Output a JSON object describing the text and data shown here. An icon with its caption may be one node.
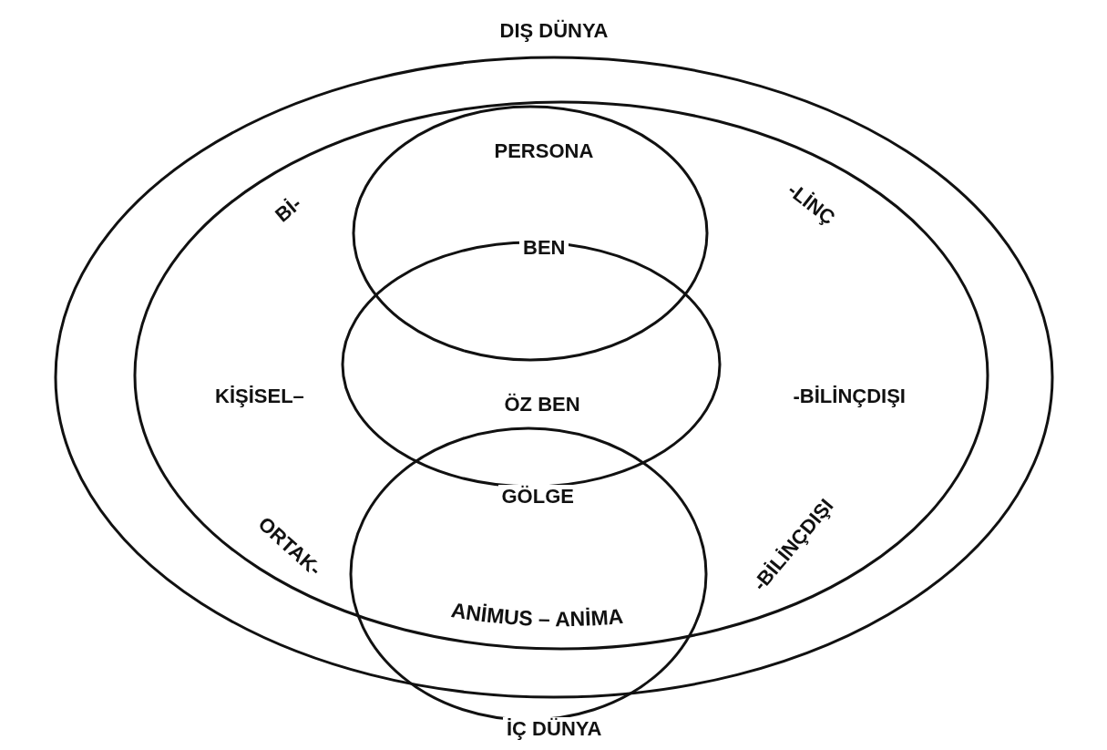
{
  "diagram": {
    "nodes": [
      {
        "text": [
          "DIŞ DÜNYA",
          "İÇ DÜNYA"
        ]
      },
      {
        "text": [
          "Bİ-",
          "-LİNÇ",
          "KİŞİSEL–",
          "-BİLİNÇDIŞI",
          "ORTAK-",
          "-BİLİNÇDIŞI"
        ],
        "in": 0
      },
      {
        "text": [
          "PERSONA",
          "BEN"
        ],
        "in": 1
      },
      {
        "text": [
          "ÖZ BEN"
        ],
        "in": 1
      },
      {
        "text": [
          "GÖLGE",
          "ANİMUS – ANİMA"
        ]
      }
    ]
  }
}
